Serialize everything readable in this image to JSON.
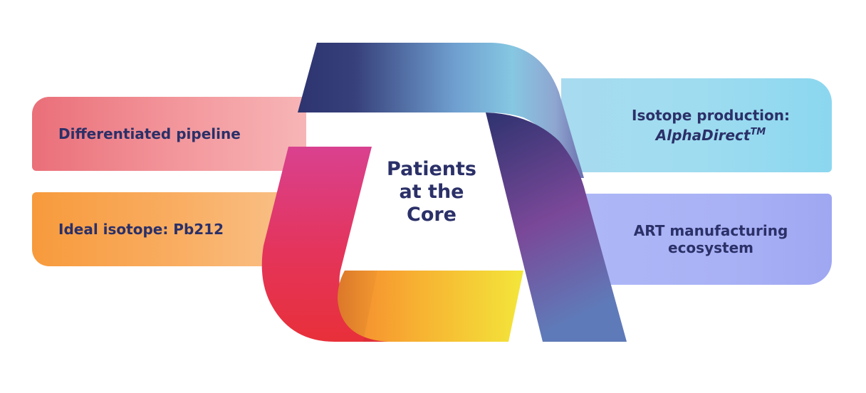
{
  "center": {
    "line1": "Patients",
    "line2": "at the",
    "line3": "Core"
  },
  "left_cards": [
    {
      "label": "Differentiated pipeline",
      "color": "#f08b92"
    },
    {
      "label": "Ideal isotope: Pb212",
      "color": "#f8a654"
    }
  ],
  "right_cards": [
    {
      "line1": "Isotope production:",
      "line2": "AlphaDirect",
      "superscript": "TM",
      "color": "#a4dcf0"
    },
    {
      "line1": "ART manufacturing",
      "line2": "ecosystem",
      "color": "#aab3f5"
    }
  ],
  "colors": {
    "text": "#2b3068",
    "navy": "#2d3470",
    "magenta": "#d9418f",
    "red": "#e8303a",
    "yellow": "#f3e63a",
    "purple": "#7a4898",
    "sky": "#86c7e2"
  }
}
